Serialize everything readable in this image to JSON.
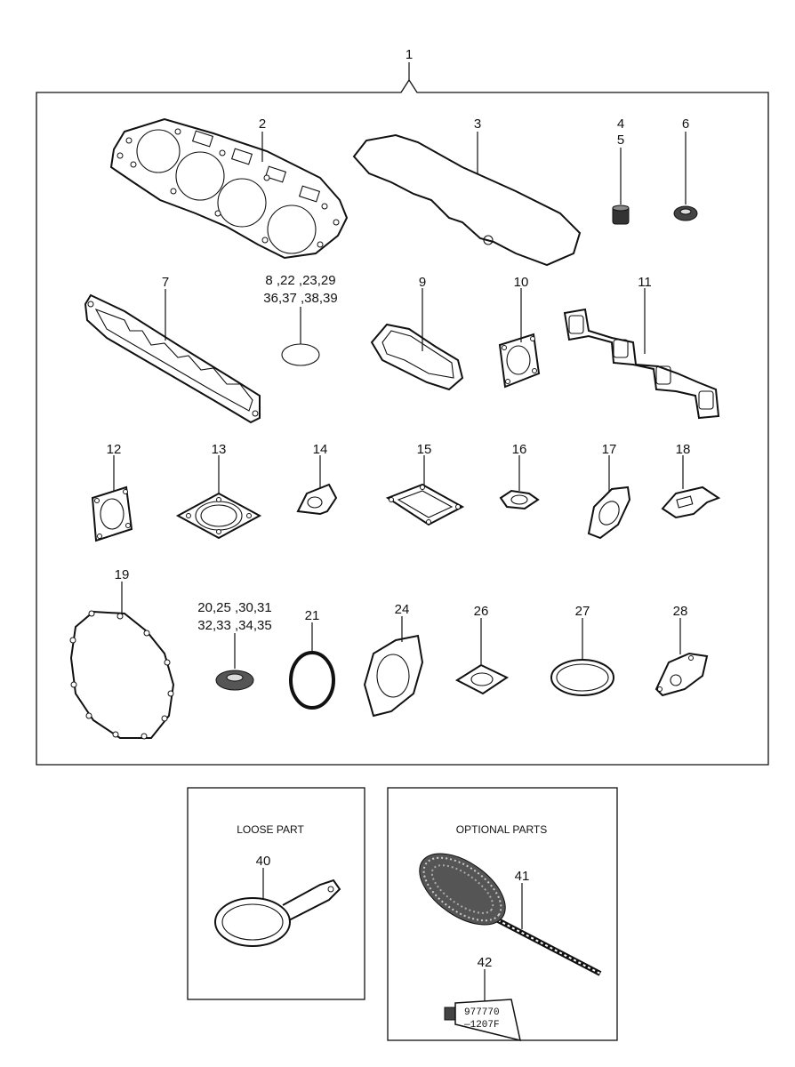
{
  "labels": {
    "p1": "1",
    "p2": "2",
    "p3": "3",
    "p4": "4",
    "p5": "5",
    "p6": "6",
    "p7": "7",
    "p8a": "8 ,22 ,23,29",
    "p8b": "36,37 ,38,39",
    "p9": "9",
    "p10": "10",
    "p11": "11",
    "p12": "12",
    "p13": "13",
    "p14": "14",
    "p15": "15",
    "p16": "16",
    "p17": "17",
    "p18": "18",
    "p19": "19",
    "p20a": "20,25 ,30,31",
    "p20b": "32,33 ,34,35",
    "p21": "21",
    "p24": "24",
    "p26": "26",
    "p27": "27",
    "p28": "28",
    "p40": "40",
    "p41": "41",
    "p42": "42"
  },
  "boxes": {
    "loose_part": "LOOSE PART",
    "optional_parts": "OPTIONAL PARTS"
  },
  "tube": {
    "line1": "977770",
    "line2": "—1207F"
  }
}
